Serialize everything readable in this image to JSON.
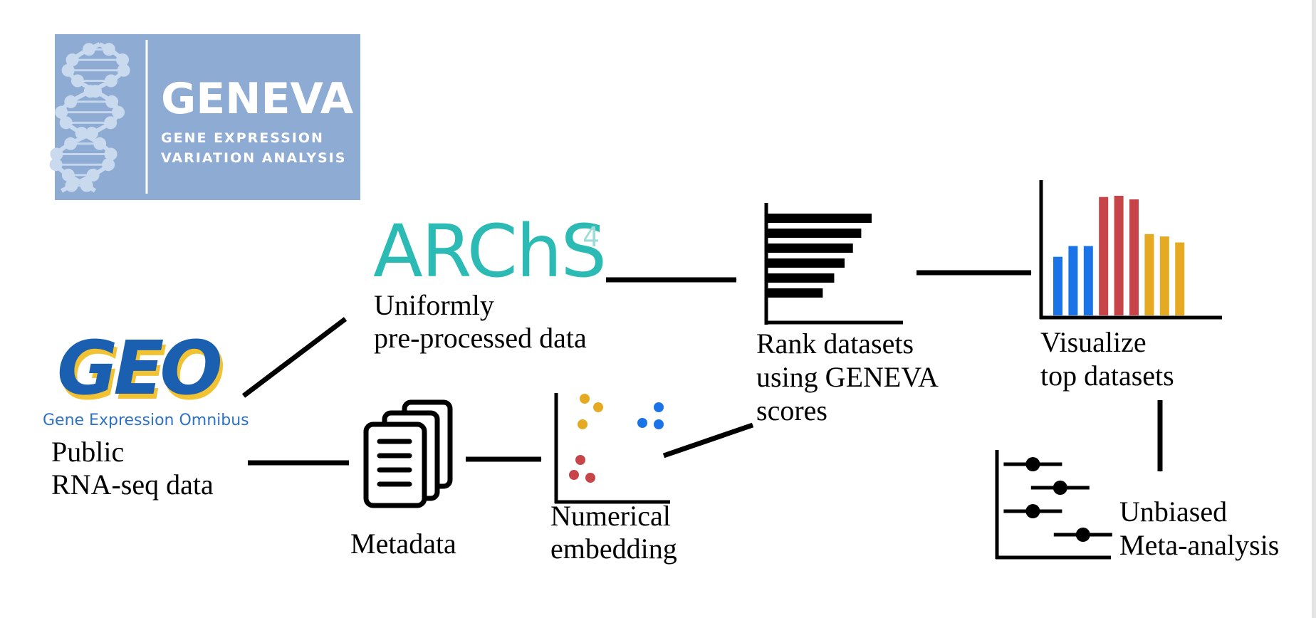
{
  "logo": {
    "name": "GENEVA",
    "subtitle_line1": "GENE EXPRESSION",
    "subtitle_line2": "VARIATION ANALYSIS",
    "bg_color": "#8eabd4"
  },
  "geo": {
    "logo_text": "GEO",
    "caption": "Gene Expression Omnibus",
    "label_line1": "Public",
    "label_line2": "RNA-seq data"
  },
  "archs4": {
    "logo_text": "ARChS",
    "superscript": "4",
    "label_line1": "Uniformly",
    "label_line2": "pre-processed data"
  },
  "metadata": {
    "label": "Metadata"
  },
  "embedding": {
    "label_line1": "Numerical",
    "label_line2": "embedding"
  },
  "rank": {
    "label_line1": "Rank datasets",
    "label_line2": "using GENEVA",
    "label_line3": "scores",
    "bars": [
      1.0,
      0.9,
      0.82,
      0.74,
      0.64,
      0.53
    ]
  },
  "visualize": {
    "label_line1": "Visualize",
    "label_line2": "top datasets",
    "bars": [
      {
        "value": 0.49,
        "group": "blue"
      },
      {
        "value": 0.58,
        "group": "blue"
      },
      {
        "value": 0.58,
        "group": "blue"
      },
      {
        "value": 0.99,
        "group": "red"
      },
      {
        "value": 1.0,
        "group": "red"
      },
      {
        "value": 0.97,
        "group": "red"
      },
      {
        "value": 0.68,
        "group": "gold"
      },
      {
        "value": 0.66,
        "group": "gold"
      },
      {
        "value": 0.61,
        "group": "gold"
      }
    ]
  },
  "meta": {
    "label_line1": "Unbiased",
    "label_line2": "Meta-analysis",
    "points": [
      0.3,
      0.6,
      0.3,
      0.85
    ]
  },
  "colors": {
    "blue": "#1a74e8",
    "red": "#c74449",
    "gold": "#e6aa22",
    "teal": "#2bbbb4",
    "teal_light": "#9fdcd8",
    "geo_blue": "#1b5fb0",
    "geo_gold": "#f1c232",
    "geo_text": "#2d72c4"
  }
}
